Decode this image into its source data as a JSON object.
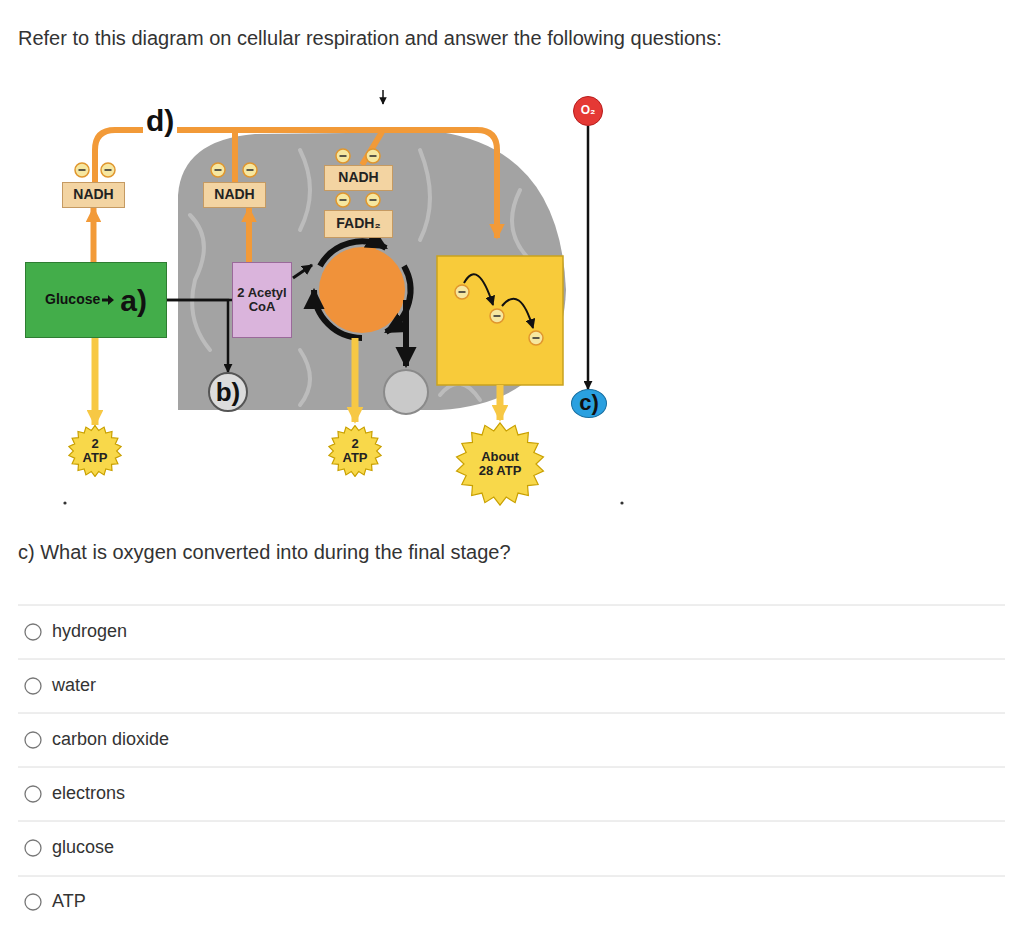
{
  "diagram": {
    "title": "Refer to this diagram on cellular respiration and answer the following questions:",
    "nodes": [
      {
        "text": [
          "NADH"
        ]
      },
      {
        "text": [
          "NADH"
        ]
      },
      {
        "text": [
          "NADH"
        ]
      },
      {
        "text": [
          "FADH₂"
        ]
      },
      {
        "text": [
          "O₂"
        ]
      },
      {
        "text": [
          "Glucose",
          "a)"
        ]
      },
      {
        "text": [
          "2 Acetyl CoA"
        ]
      },
      {
        "text": [
          "b)"
        ]
      },
      {
        "text": [
          "c)"
        ]
      },
      {
        "text": [
          "2 ATP"
        ]
      },
      {
        "text": [
          "2 ATP"
        ]
      },
      {
        "text": [
          "About 28 ATP"
        ]
      }
    ],
    "edges": [
      {
        "from": 5,
        "to": 0,
        "arrow": "to"
      },
      {
        "from": 5,
        "to": 9,
        "arrow": "to"
      },
      {
        "from": 5,
        "to": 6,
        "arrow": "none"
      },
      {
        "from": 5,
        "to": 7,
        "arrow": "to"
      },
      {
        "from": 6,
        "to": 1,
        "arrow": "to"
      },
      {
        "from": 4,
        "to": 8,
        "arrow": "to"
      }
    ],
    "labels": [
      "d)",
      "c) What is oxygen converted into during the final stage?",
      "hydrogen",
      "water",
      "carbon dioxide",
      "electrons",
      "glucose",
      "ATP"
    ]
  }
}
